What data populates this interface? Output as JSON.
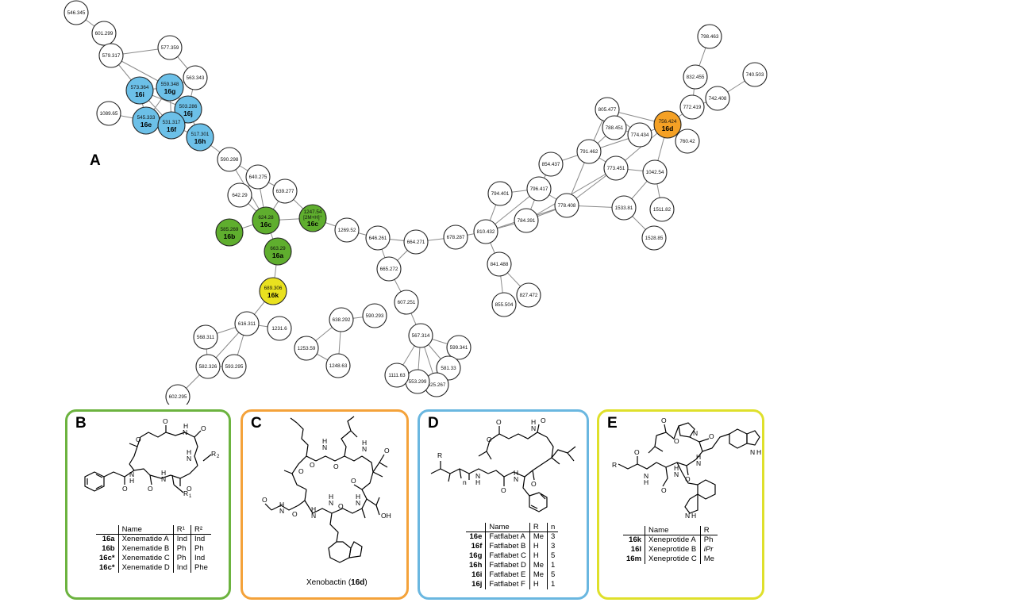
{
  "panel_a": {
    "letter": "A",
    "nodes": [
      {
        "id": "n546",
        "mass": "546.345"
      },
      {
        "id": "n601",
        "mass": "601.299"
      },
      {
        "id": "n579",
        "mass": "579.317"
      },
      {
        "id": "n577",
        "mass": "577.359"
      },
      {
        "id": "n573",
        "mass": "573.364",
        "label": "16i",
        "group": "blue"
      },
      {
        "id": "n559",
        "mass": "559.348",
        "label": "16g",
        "group": "blue"
      },
      {
        "id": "n563",
        "mass": "563.343"
      },
      {
        "id": "n503",
        "mass": "503.286",
        "label": "16j",
        "group": "blue"
      },
      {
        "id": "n1089",
        "mass": "1089.65"
      },
      {
        "id": "n545",
        "mass": "545.333",
        "label": "16e",
        "group": "blue"
      },
      {
        "id": "n531",
        "mass": "531.317",
        "label": "16f",
        "group": "blue"
      },
      {
        "id": "n517",
        "mass": "517.301",
        "label": "16h",
        "group": "blue"
      },
      {
        "id": "n590a",
        "mass": "590.298"
      },
      {
        "id": "n640",
        "mass": "640.275"
      },
      {
        "id": "n642",
        "mass": "642.29"
      },
      {
        "id": "n639",
        "mass": "639.277"
      },
      {
        "id": "n624",
        "mass": "624.28",
        "label": "16c",
        "group": "green"
      },
      {
        "id": "n1247",
        "mass": "1247.54",
        "sub": "[2M+H]⁺",
        "label": "16c",
        "group": "green"
      },
      {
        "id": "n585",
        "mass": "585.269",
        "label": "16b",
        "group": "green"
      },
      {
        "id": "n663",
        "mass": "663.29",
        "label": "16a",
        "group": "green"
      },
      {
        "id": "n689",
        "mass": "689.306",
        "label": "16k",
        "group": "yellow"
      },
      {
        "id": "n1269",
        "mass": "1269.52"
      },
      {
        "id": "n646",
        "mass": "646.261"
      },
      {
        "id": "n664",
        "mass": "664.271"
      },
      {
        "id": "n665",
        "mass": "665.272"
      },
      {
        "id": "n678",
        "mass": "678.287"
      },
      {
        "id": "n810",
        "mass": "810.432"
      },
      {
        "id": "n841",
        "mass": "841.488"
      },
      {
        "id": "n855",
        "mass": "855.504"
      },
      {
        "id": "n827",
        "mass": "827.472"
      },
      {
        "id": "n607",
        "mass": "607.251"
      },
      {
        "id": "n567",
        "mass": "567.314"
      },
      {
        "id": "n599",
        "mass": "599.341"
      },
      {
        "id": "n581",
        "mass": "581.33"
      },
      {
        "id": "n525",
        "mass": "525.267"
      },
      {
        "id": "n553",
        "mass": "553.299"
      },
      {
        "id": "n1111",
        "mass": "1111.63"
      },
      {
        "id": "n616",
        "mass": "616.311"
      },
      {
        "id": "n568",
        "mass": "568.311"
      },
      {
        "id": "n582",
        "mass": "582.326"
      },
      {
        "id": "n593",
        "mass": "593.295"
      },
      {
        "id": "n602",
        "mass": "602.295"
      },
      {
        "id": "n1231",
        "mass": "1231.6"
      },
      {
        "id": "n1253",
        "mass": "1253.59"
      },
      {
        "id": "n638",
        "mass": "638.292"
      },
      {
        "id": "n590b",
        "mass": "590.293"
      },
      {
        "id": "n1248",
        "mass": "1248.63"
      },
      {
        "id": "n794",
        "mass": "794.401"
      },
      {
        "id": "n796",
        "mass": "796.417"
      },
      {
        "id": "n784",
        "mass": "784.391"
      },
      {
        "id": "n778",
        "mass": "778.408"
      },
      {
        "id": "n854",
        "mass": "854.437"
      },
      {
        "id": "n791",
        "mass": "791.462"
      },
      {
        "id": "n805",
        "mass": "805.477"
      },
      {
        "id": "n788",
        "mass": "788.451"
      },
      {
        "id": "n774",
        "mass": "774.434"
      },
      {
        "id": "n756",
        "mass": "756.424",
        "label": "16d",
        "group": "orange"
      },
      {
        "id": "n773",
        "mass": "773.451"
      },
      {
        "id": "n1042",
        "mass": "1042.54"
      },
      {
        "id": "n1533",
        "mass": "1533.81"
      },
      {
        "id": "n1511",
        "mass": "1511.82"
      },
      {
        "id": "n1528",
        "mass": "1528.85"
      },
      {
        "id": "n760",
        "mass": "760.42"
      },
      {
        "id": "n772",
        "mass": "772.419"
      },
      {
        "id": "n832",
        "mass": "832.455"
      },
      {
        "id": "n798",
        "mass": "798.463"
      },
      {
        "id": "n742",
        "mass": "742.408"
      },
      {
        "id": "n740",
        "mass": "740.503"
      }
    ],
    "edges": [
      [
        "n546",
        "n601"
      ],
      [
        "n601",
        "n579"
      ],
      [
        "n579",
        "n577"
      ],
      [
        "n579",
        "n573"
      ],
      [
        "n579",
        "n559"
      ],
      [
        "n577",
        "n563"
      ],
      [
        "n573",
        "n559"
      ],
      [
        "n573",
        "n545"
      ],
      [
        "n573",
        "n531"
      ],
      [
        "n573",
        "n503"
      ],
      [
        "n559",
        "n563"
      ],
      [
        "n559",
        "n503"
      ],
      [
        "n559",
        "n531"
      ],
      [
        "n559",
        "n545"
      ],
      [
        "n563",
        "n503"
      ],
      [
        "n503",
        "n531"
      ],
      [
        "n503",
        "n517"
      ],
      [
        "n531",
        "n545"
      ],
      [
        "n531",
        "n517"
      ],
      [
        "n545",
        "n1089"
      ],
      [
        "n545",
        "n503"
      ],
      [
        "n517",
        "n590a"
      ],
      [
        "n590a",
        "n640"
      ],
      [
        "n590a",
        "n624"
      ],
      [
        "n640",
        "n642"
      ],
      [
        "n640",
        "n639"
      ],
      [
        "n640",
        "n624"
      ],
      [
        "n642",
        "n624"
      ],
      [
        "n639",
        "n624"
      ],
      [
        "n639",
        "n1247"
      ],
      [
        "n624",
        "n1247"
      ],
      [
        "n624",
        "n585"
      ],
      [
        "n624",
        "n663"
      ],
      [
        "n663",
        "n689"
      ],
      [
        "n689",
        "n616"
      ],
      [
        "n1247",
        "n1269"
      ],
      [
        "n1269",
        "n646"
      ],
      [
        "n646",
        "n664"
      ],
      [
        "n646",
        "n665"
      ],
      [
        "n664",
        "n665"
      ],
      [
        "n664",
        "n678"
      ],
      [
        "n678",
        "n810"
      ],
      [
        "n665",
        "n607"
      ],
      [
        "n607",
        "n567"
      ],
      [
        "n567",
        "n599"
      ],
      [
        "n567",
        "n581"
      ],
      [
        "n567",
        "n525"
      ],
      [
        "n567",
        "n553"
      ],
      [
        "n567",
        "n1111"
      ],
      [
        "n581",
        "n525"
      ],
      [
        "n553",
        "n525"
      ],
      [
        "n616",
        "n568"
      ],
      [
        "n616",
        "n582"
      ],
      [
        "n616",
        "n593"
      ],
      [
        "n616",
        "n1231"
      ],
      [
        "n568",
        "n582"
      ],
      [
        "n582",
        "n602"
      ],
      [
        "n582",
        "n593"
      ],
      [
        "n1253",
        "n638"
      ],
      [
        "n1253",
        "n1248"
      ],
      [
        "n638",
        "n590b"
      ],
      [
        "n638",
        "n1248"
      ],
      [
        "n810",
        "n841"
      ],
      [
        "n810",
        "n794"
      ],
      [
        "n810",
        "n796"
      ],
      [
        "n810",
        "n784"
      ],
      [
        "n810",
        "n778"
      ],
      [
        "n841",
        "n855"
      ],
      [
        "n841",
        "n827"
      ],
      [
        "n796",
        "n794"
      ],
      [
        "n796",
        "n784"
      ],
      [
        "n796",
        "n778"
      ],
      [
        "n796",
        "n854"
      ],
      [
        "n784",
        "n778"
      ],
      [
        "n784",
        "n773"
      ],
      [
        "n778",
        "n1533"
      ],
      [
        "n778",
        "n791"
      ],
      [
        "n778",
        "n773"
      ],
      [
        "n854",
        "n791"
      ],
      [
        "n791",
        "n805"
      ],
      [
        "n791",
        "n788"
      ],
      [
        "n791",
        "n774"
      ],
      [
        "n791",
        "n773"
      ],
      [
        "n805",
        "n788"
      ],
      [
        "n805",
        "n774"
      ],
      [
        "n805",
        "n756"
      ],
      [
        "n788",
        "n774"
      ],
      [
        "n774",
        "n756"
      ],
      [
        "n756",
        "n773"
      ],
      [
        "n756",
        "n760"
      ],
      [
        "n756",
        "n772"
      ],
      [
        "n756",
        "n1042"
      ],
      [
        "n773",
        "n1042"
      ],
      [
        "n1042",
        "n1511"
      ],
      [
        "n1042",
        "n1533"
      ],
      [
        "n1533",
        "n1528"
      ],
      [
        "n772",
        "n832"
      ],
      [
        "n772",
        "n742"
      ],
      [
        "n832",
        "n798"
      ],
      [
        "n742",
        "n740"
      ]
    ]
  },
  "colors": {
    "blue": "#6cc0e8",
    "green": "#5fae2e",
    "yellow": "#e9e11f",
    "orange": "#f5a125",
    "white": "#ffffff",
    "panel_b": "#6cb33f",
    "panel_c": "#f4a23a",
    "panel_d": "#6ab7e0",
    "panel_e": "#dfe02b"
  },
  "panel_b": {
    "letter": "B",
    "atoms": [
      "O",
      "O",
      "N",
      "H",
      "O",
      "N",
      "H",
      "R",
      "2",
      "O",
      "N",
      "H",
      "N",
      "H",
      "O",
      "R",
      "1",
      "O"
    ],
    "headers": [
      "",
      "Name",
      "R¹",
      "R²"
    ],
    "rows": [
      [
        "16a",
        "Xenematide A",
        "Ind",
        "Ind"
      ],
      [
        "16b",
        "Xenematide B",
        "Ph",
        "Ph"
      ],
      [
        "16c*",
        "Xenematide C",
        "Ph",
        "Ind"
      ],
      [
        "16c*",
        "Xenematide D",
        "Ind",
        "Phe"
      ]
    ]
  },
  "panel_c": {
    "letter": "C",
    "atoms": [
      "O",
      "O",
      "N",
      "H",
      "O",
      "N",
      "H",
      "O",
      "O",
      "N",
      "H",
      "N",
      "H",
      "O",
      "N",
      "H",
      "O",
      "O",
      "N",
      "H",
      "OH"
    ],
    "caption_prefix": "Xenobactin (",
    "caption_id": "16d",
    "caption_suffix": ")"
  },
  "panel_d": {
    "letter": "D",
    "atoms": [
      "O",
      "O",
      "N",
      "H",
      "O",
      "R",
      "n",
      "N",
      "H",
      "O",
      "N",
      "H",
      "O"
    ],
    "headers": [
      "",
      "Name",
      "R",
      "n"
    ],
    "rows": [
      [
        "16e",
        "Fatflabet A",
        "Me",
        "3"
      ],
      [
        "16f",
        "Fatflabet B",
        "H",
        "3"
      ],
      [
        "16g",
        "Fatflabet C",
        "H",
        "5"
      ],
      [
        "16h",
        "Fatflabet D",
        "Me",
        "1"
      ],
      [
        "16i",
        "Fatflabet E",
        "Me",
        "5"
      ],
      [
        "16j",
        "Fatflabet F",
        "H",
        "1"
      ]
    ]
  },
  "panel_e": {
    "letter": "E",
    "atoms": [
      "O",
      "O",
      "N",
      "O",
      "N",
      "H",
      "N",
      "H",
      "R",
      "O",
      "N",
      "H",
      "N",
      "H",
      "O",
      "N",
      "H",
      "O"
    ],
    "headers": [
      "",
      "Name",
      "R"
    ],
    "rows": [
      [
        "16k",
        "Xeneprotide A",
        "Ph"
      ],
      [
        "16l",
        "Xeneprotide B",
        "iPr"
      ],
      [
        "16m",
        "Xeneprotide C",
        "Me"
      ]
    ]
  }
}
